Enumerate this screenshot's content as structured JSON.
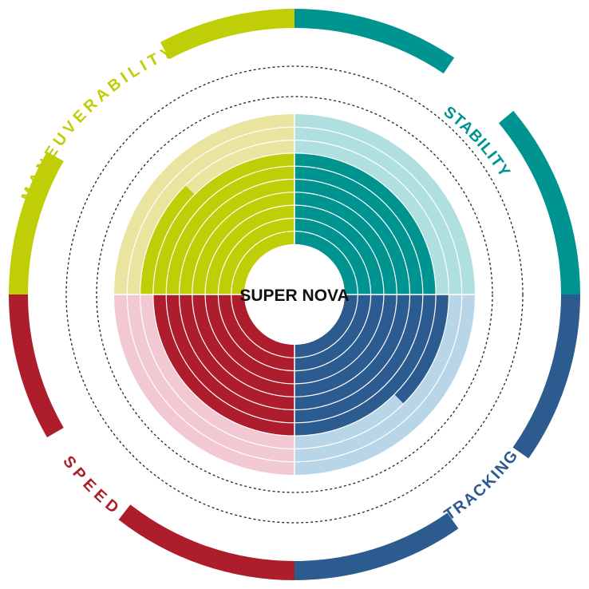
{
  "chart_data": {
    "type": "radial-bar",
    "title": "SUPER NOVA",
    "max_value": 10,
    "categories": [
      {
        "name": "STABILITY",
        "value": 7,
        "color": "#009491",
        "light_color": "#b0dfe0"
      },
      {
        "name": "TRACKING",
        "value": 7.5,
        "color": "#2b5b8f",
        "light_color": "#b9d6e9"
      },
      {
        "name": "SPEED",
        "value": 7,
        "color": "#ad1d2c",
        "light_color": "#f2c9d3"
      },
      {
        "name": "MANEUVERABILITY",
        "value": 7.5,
        "color": "#bfce07",
        "light_color": "#e9e5a0"
      }
    ]
  }
}
